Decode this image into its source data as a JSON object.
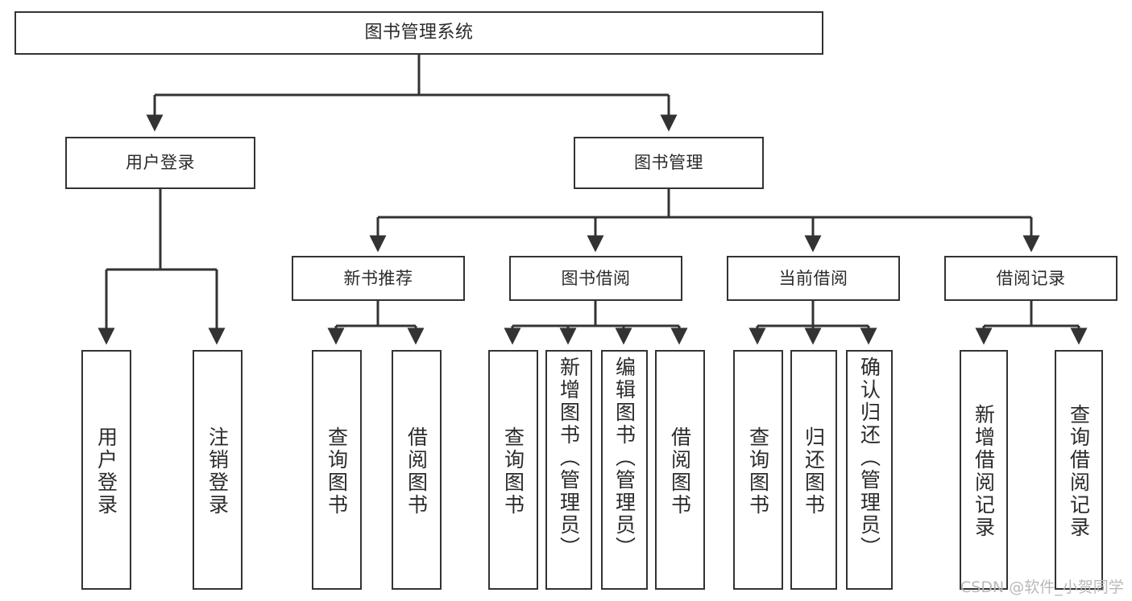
{
  "diagram": {
    "title": "图书管理系统",
    "type": "hierarchy-tree",
    "background_color": "#ffffff",
    "box_border_color": "#333333",
    "text_color": "#2b2b2b",
    "connector_color": "#333333"
  },
  "nodes": {
    "root": {
      "label": "图书管理系统"
    },
    "level1": [
      {
        "id": "user-login",
        "label": "用户登录"
      },
      {
        "id": "book-manage",
        "label": "图书管理"
      }
    ],
    "level2": [
      {
        "id": "new-book-rec",
        "label": "新书推荐"
      },
      {
        "id": "book-borrow",
        "label": "图书借阅"
      },
      {
        "id": "current-borrow",
        "label": "当前借阅"
      },
      {
        "id": "borrow-record",
        "label": "借阅记录"
      }
    ],
    "leaves": {
      "user_login": [
        {
          "id": "leaf-user-login",
          "label": "用户登录"
        },
        {
          "id": "leaf-logout",
          "label": "注销登录"
        }
      ],
      "new_book_rec": [
        {
          "id": "leaf-query-book-1",
          "label": "查询图书"
        },
        {
          "id": "leaf-borrow-book-1",
          "label": "借阅图书"
        }
      ],
      "book_borrow": [
        {
          "id": "leaf-query-book-2",
          "label": "查询图书"
        },
        {
          "id": "leaf-add-book",
          "label": "新增图书（管理员）"
        },
        {
          "id": "leaf-edit-book",
          "label": "编辑图书（管理员）"
        },
        {
          "id": "leaf-borrow-book-2",
          "label": "借阅图书"
        }
      ],
      "current_borrow": [
        {
          "id": "leaf-query-book-3",
          "label": "查询图书"
        },
        {
          "id": "leaf-return-book",
          "label": "归还图书"
        },
        {
          "id": "leaf-confirm-return",
          "label": "确认归还（管理员）"
        }
      ],
      "borrow_record": [
        {
          "id": "leaf-add-record",
          "label": "新增借阅记录"
        },
        {
          "id": "leaf-query-record",
          "label": "查询借阅记录"
        }
      ]
    }
  },
  "watermark": {
    "text": "CSDN @软件_小贺同学"
  }
}
